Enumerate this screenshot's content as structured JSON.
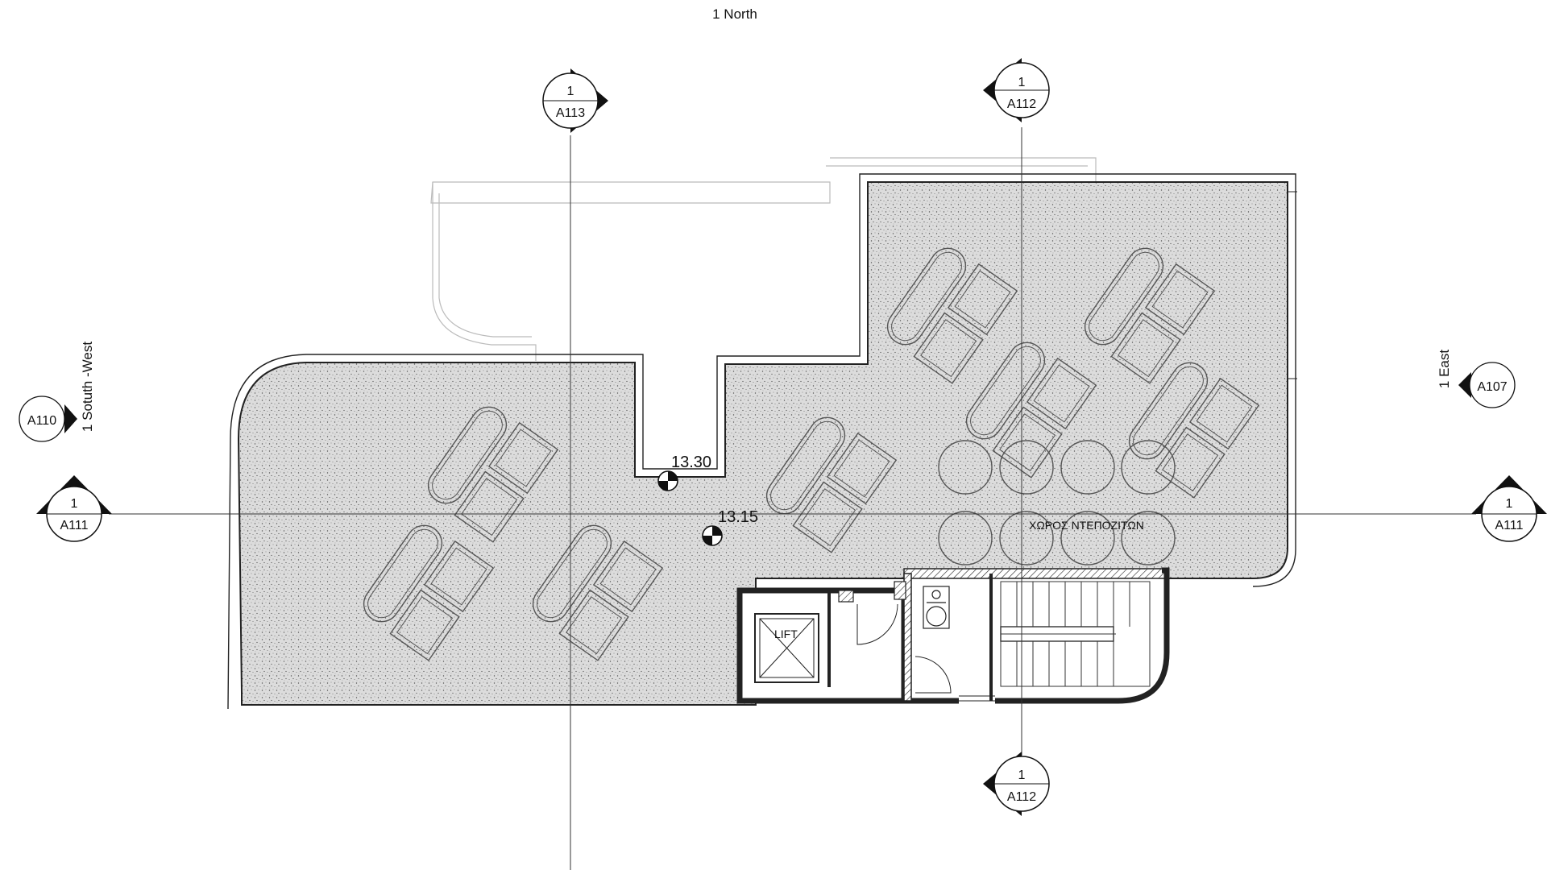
{
  "view_labels": {
    "north": "1 North",
    "south_west": "1 Sotuth -West",
    "east": "1  East"
  },
  "section_markers": {
    "top_left": {
      "number": "1",
      "sheet": "A113"
    },
    "top_right": {
      "number": "1",
      "sheet": "A112"
    },
    "bottom": {
      "number": "1",
      "sheet": "A112"
    },
    "left": {
      "number": "1",
      "sheet": "A111"
    },
    "right": {
      "number": "1",
      "sheet": "A111"
    }
  },
  "elevation_markers": {
    "west": {
      "sheet": "A110"
    },
    "east": {
      "sheet": "A107"
    }
  },
  "levels": {
    "upper": "13.30",
    "lower": "13.15"
  },
  "rooms": {
    "lift": "LIFT",
    "storage": "ΧΩΡΟΣ ΝΤΕΠΟΖΙΤΩΝ"
  }
}
